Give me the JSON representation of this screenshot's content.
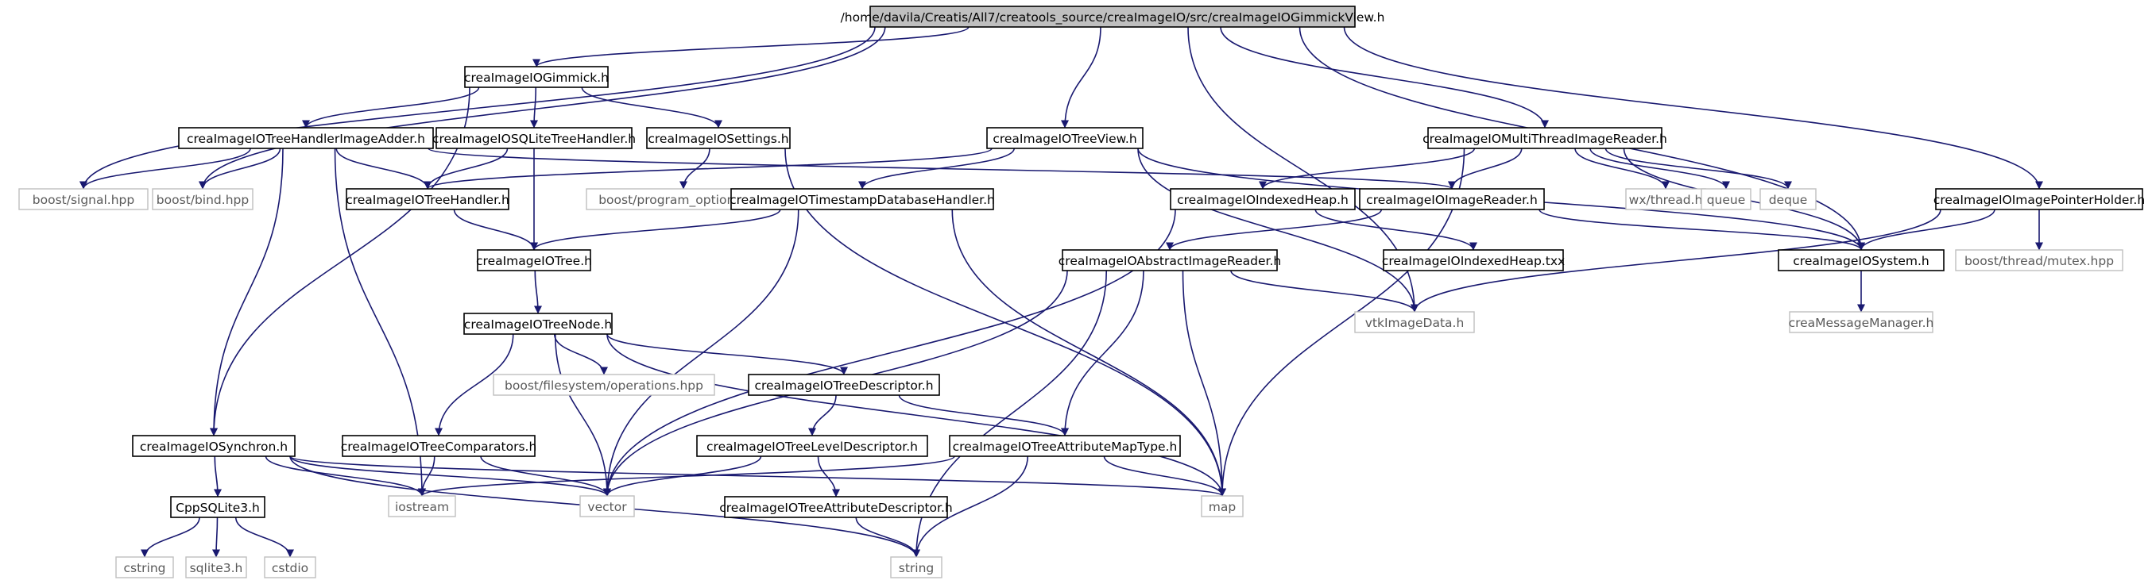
{
  "diagram": {
    "nodes": [
      {
        "id": "root",
        "label": "/home/davila/Creatis/All7/creatools_source/creaImageIO/src/creaImageIOGimmickView.h",
        "kind": "root"
      },
      {
        "id": "gimmick",
        "label": "creaImageIOGimmick.h",
        "kind": "local"
      },
      {
        "id": "handlerAdder",
        "label": "creaImageIOTreeHandlerImageAdder.h",
        "kind": "local"
      },
      {
        "id": "sqlite",
        "label": "creaImageIOSQLiteTreeHandler.h",
        "kind": "local"
      },
      {
        "id": "settings",
        "label": "creaImageIOSettings.h",
        "kind": "local"
      },
      {
        "id": "treeview",
        "label": "creaImageIOTreeView.h",
        "kind": "local"
      },
      {
        "id": "mtreader",
        "label": "creaImageIOMultiThreadImageReader.h",
        "kind": "local"
      },
      {
        "id": "ptrholder",
        "label": "creaImageIOImagePointerHolder.h",
        "kind": "local"
      },
      {
        "id": "signal",
        "label": "boost/signal.hpp",
        "kind": "system"
      },
      {
        "id": "bind",
        "label": "boost/bind.hpp",
        "kind": "system"
      },
      {
        "id": "treehandler",
        "label": "creaImageIOTreeHandler.h",
        "kind": "local"
      },
      {
        "id": "progopts",
        "label": "boost/program_options.hpp",
        "kind": "system"
      },
      {
        "id": "timestamp",
        "label": "creaImageIOTimestampDatabaseHandler.h",
        "kind": "local"
      },
      {
        "id": "indexedheap",
        "label": "creaImageIOIndexedHeap.h",
        "kind": "local"
      },
      {
        "id": "imagereader",
        "label": "creaImageIOImageReader.h",
        "kind": "local"
      },
      {
        "id": "wxthread",
        "label": "wx/thread.h",
        "kind": "system"
      },
      {
        "id": "queue",
        "label": "queue",
        "kind": "system"
      },
      {
        "id": "deque",
        "label": "deque",
        "kind": "system"
      },
      {
        "id": "system",
        "label": "creaImageIOSystem.h",
        "kind": "local"
      },
      {
        "id": "mutex",
        "label": "boost/thread/mutex.hpp",
        "kind": "system"
      },
      {
        "id": "tree",
        "label": "creaImageIOTree.h",
        "kind": "local"
      },
      {
        "id": "absreader",
        "label": "creaImageIOAbstractImageReader.h",
        "kind": "local"
      },
      {
        "id": "heaptxx",
        "label": "creaImageIOIndexedHeap.txx",
        "kind": "local"
      },
      {
        "id": "vtkimage",
        "label": "vtkImageData.h",
        "kind": "system"
      },
      {
        "id": "msgmgr",
        "label": "creaMessageManager.h",
        "kind": "system"
      },
      {
        "id": "treenode",
        "label": "creaImageIOTreeNode.h",
        "kind": "local"
      },
      {
        "id": "fsops",
        "label": "boost/filesystem/operations.hpp",
        "kind": "system"
      },
      {
        "id": "treedesc",
        "label": "creaImageIOTreeDescriptor.h",
        "kind": "local"
      },
      {
        "id": "synchron",
        "label": "creaImageIOSynchron.h",
        "kind": "local"
      },
      {
        "id": "comparators",
        "label": "creaImageIOTreeComparators.h",
        "kind": "local"
      },
      {
        "id": "leveldesc",
        "label": "creaImageIOTreeLevelDescriptor.h",
        "kind": "local"
      },
      {
        "id": "attrmap",
        "label": "creaImageIOTreeAttributeMapType.h",
        "kind": "local"
      },
      {
        "id": "cppsqlite",
        "label": "CppSQLite3.h",
        "kind": "local"
      },
      {
        "id": "iostream",
        "label": "iostream",
        "kind": "system"
      },
      {
        "id": "vector",
        "label": "vector",
        "kind": "system"
      },
      {
        "id": "map",
        "label": "map",
        "kind": "system"
      },
      {
        "id": "attrdesc",
        "label": "creaImageIOTreeAttributeDescriptor.h",
        "kind": "local"
      },
      {
        "id": "cstring",
        "label": "cstring",
        "kind": "system"
      },
      {
        "id": "sqlite3",
        "label": "sqlite3.h",
        "kind": "system"
      },
      {
        "id": "cstdio",
        "label": "cstdio",
        "kind": "system"
      },
      {
        "id": "string",
        "label": "string",
        "kind": "system"
      }
    ],
    "edges": [
      [
        "root",
        "gimmick"
      ],
      [
        "root",
        "signal"
      ],
      [
        "root",
        "bind"
      ],
      [
        "root",
        "treeview"
      ],
      [
        "root",
        "vtkimage"
      ],
      [
        "root",
        "mtreader"
      ],
      [
        "root",
        "system"
      ],
      [
        "root",
        "ptrholder"
      ],
      [
        "gimmick",
        "handlerAdder"
      ],
      [
        "gimmick",
        "sqlite"
      ],
      [
        "gimmick",
        "settings"
      ],
      [
        "gimmick",
        "synchron"
      ],
      [
        "handlerAdder",
        "signal"
      ],
      [
        "handlerAdder",
        "bind"
      ],
      [
        "handlerAdder",
        "treehandler"
      ],
      [
        "handlerAdder",
        "imagereader"
      ],
      [
        "handlerAdder",
        "synchron"
      ],
      [
        "handlerAdder",
        "iostream"
      ],
      [
        "sqlite",
        "treehandler"
      ],
      [
        "sqlite",
        "tree"
      ],
      [
        "settings",
        "progopts"
      ],
      [
        "settings",
        "map"
      ],
      [
        "treeview",
        "treehandler"
      ],
      [
        "treeview",
        "timestamp"
      ],
      [
        "treeview",
        "system"
      ],
      [
        "treeview",
        "vtkimage"
      ],
      [
        "mtreader",
        "indexedheap"
      ],
      [
        "mtreader",
        "imagereader"
      ],
      [
        "mtreader",
        "wxthread"
      ],
      [
        "mtreader",
        "queue"
      ],
      [
        "mtreader",
        "deque"
      ],
      [
        "mtreader",
        "system"
      ],
      [
        "mtreader",
        "map"
      ],
      [
        "ptrholder",
        "system"
      ],
      [
        "ptrholder",
        "mutex"
      ],
      [
        "ptrholder",
        "vtkimage"
      ],
      [
        "treehandler",
        "tree"
      ],
      [
        "timestamp",
        "tree"
      ],
      [
        "timestamp",
        "vector"
      ],
      [
        "timestamp",
        "map"
      ],
      [
        "indexedheap",
        "heaptxx"
      ],
      [
        "indexedheap",
        "vector"
      ],
      [
        "imagereader",
        "absreader"
      ],
      [
        "imagereader",
        "system"
      ],
      [
        "absreader",
        "vtkimage"
      ],
      [
        "absreader",
        "attrmap"
      ],
      [
        "absreader",
        "vector"
      ],
      [
        "absreader",
        "map"
      ],
      [
        "absreader",
        "string"
      ],
      [
        "system",
        "msgmgr"
      ],
      [
        "tree",
        "treenode"
      ],
      [
        "treenode",
        "fsops"
      ],
      [
        "treenode",
        "treedesc"
      ],
      [
        "treenode",
        "comparators"
      ],
      [
        "treenode",
        "vector"
      ],
      [
        "treenode",
        "map"
      ],
      [
        "treedesc",
        "leveldesc"
      ],
      [
        "treedesc",
        "attrmap"
      ],
      [
        "leveldesc",
        "attrdesc"
      ],
      [
        "leveldesc",
        "vector"
      ],
      [
        "attrmap",
        "map"
      ],
      [
        "attrmap",
        "string"
      ],
      [
        "attrmap",
        "iostream"
      ],
      [
        "comparators",
        "iostream"
      ],
      [
        "comparators",
        "vector"
      ],
      [
        "synchron",
        "cppsqlite"
      ],
      [
        "synchron",
        "iostream"
      ],
      [
        "synchron",
        "vector"
      ],
      [
        "synchron",
        "map"
      ],
      [
        "synchron",
        "string"
      ],
      [
        "cppsqlite",
        "cstring"
      ],
      [
        "cppsqlite",
        "sqlite3"
      ],
      [
        "cppsqlite",
        "cstdio"
      ],
      [
        "attrdesc",
        "string"
      ]
    ]
  }
}
